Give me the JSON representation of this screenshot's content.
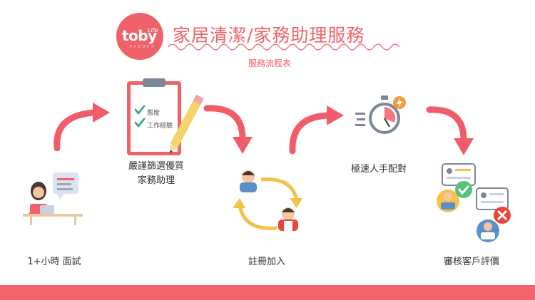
{
  "header": {
    "logo_text": "toby",
    "logo_sup": "Life",
    "logo_sub": "ヤトビライフ",
    "title": "家居清潔/家務助理服務",
    "subtitle": "服務流程表"
  },
  "clipboard": {
    "check_1": "態度",
    "check_2": "工作經驗"
  },
  "steps": {
    "interview": "1+小時 面試",
    "screening_line1": "嚴謹篩選優質",
    "screening_line2": "家務助理",
    "register": "註冊加入",
    "matching": "極速人手配對",
    "review": "審核客戶評價"
  },
  "colors": {
    "accent": "#f0626a",
    "arrow": "#f25c68",
    "bar": "#f3636c",
    "check_green": "#55c27a",
    "cross_red": "#e8453c",
    "cycle_yellow": "#f4c24a"
  }
}
